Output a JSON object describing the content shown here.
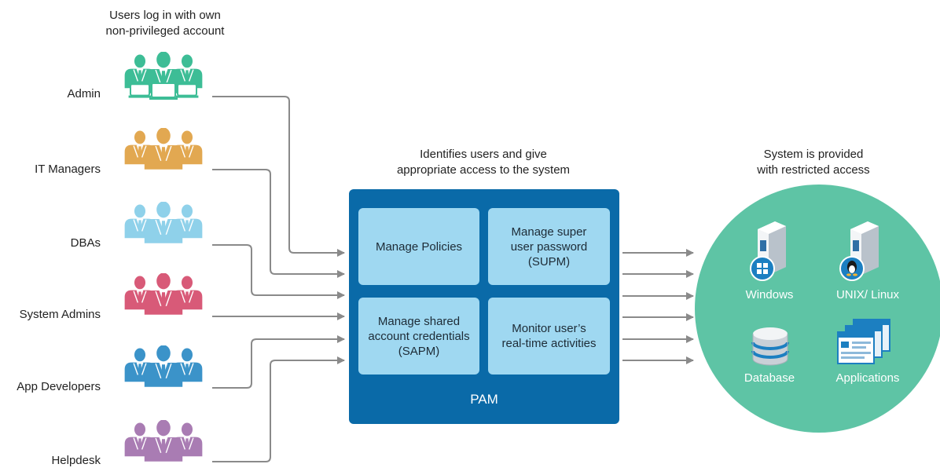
{
  "captions": {
    "users": "Users log in with own\nnon-privileged account",
    "pam": "Identifies users and give\nappropriate access to the system",
    "system": "System is provided\nwith restricted access"
  },
  "user_groups": [
    {
      "label": "Admin",
      "color": "#3dbd96",
      "icon": "admin-group-with-laptops-icon"
    },
    {
      "label": "IT Managers",
      "color": "#e2a851",
      "icon": "it-managers-group-icon"
    },
    {
      "label": "DBAs",
      "color": "#8fd1ea",
      "icon": "dbas-group-icon"
    },
    {
      "label": "System Admins",
      "color": "#d85a78",
      "icon": "system-admins-group-icon"
    },
    {
      "label": "App Developers",
      "color": "#3b93c9",
      "icon": "app-developers-group-icon"
    },
    {
      "label": "Helpdesk",
      "color": "#a97cb3",
      "icon": "helpdesk-group-icon"
    }
  ],
  "pam": {
    "title": "PAM",
    "cells": [
      {
        "label": "Manage Policies"
      },
      {
        "label": "Manage super\nuser password\n(SUPM)"
      },
      {
        "label": "Manage shared\naccount credentials\n(SAPM)"
      },
      {
        "label": "Monitor user’s\nreal-time activities"
      }
    ],
    "box_color": "#0a6aa8",
    "cell_color": "#9fd8f1"
  },
  "systems": [
    {
      "label": "Windows",
      "icon": "windows-server-icon"
    },
    {
      "label": "UNIX/ Linux",
      "icon": "linux-server-icon"
    },
    {
      "label": "Database",
      "icon": "database-icon"
    },
    {
      "label": "Applications",
      "icon": "applications-windows-icon"
    }
  ],
  "colors": {
    "circle": "#5ec4a5",
    "arrow": "#8a8a8a"
  }
}
